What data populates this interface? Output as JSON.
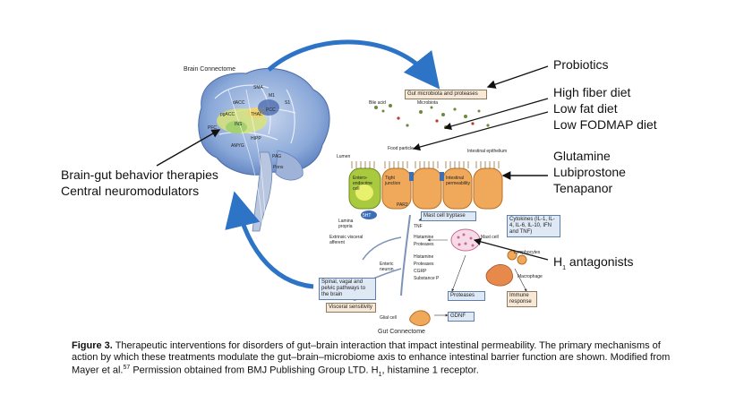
{
  "figure": {
    "brain_title": "Brain Connectome",
    "gut_title": "Gut Connectome",
    "right_labels": {
      "probiotics": "Probiotics",
      "high_fiber": "High fiber diet",
      "low_fat": "Low fat diet",
      "low_fodmap": "Low FODMAP diet",
      "glutamine": "Glutamine",
      "lubiprostone": "Lubiprostone",
      "tenapanor": "Tenapanor",
      "h1_antagonists": "H",
      "h1_sub": "1",
      "h1_rest": " antagonists"
    },
    "left_labels": {
      "line1": "Brain-gut behavior therapies",
      "line2": "Central neuromodulators"
    },
    "brain_regions": [
      "SMA",
      "M1",
      "S1",
      "dACC",
      "PCC",
      "THAL",
      "pgACC",
      "PFC",
      "INS",
      "AMYG",
      "HIPP",
      "PAG",
      "Pons"
    ],
    "gut": {
      "microbiota_box": "Gut microbiota and proteases",
      "bile_acid": "Bile acid",
      "microbiota": "Microbiota",
      "food_particle": "Food particle",
      "intestinal_epithelium": "Intestinal epithelium",
      "lumen": "Lumen",
      "enteroendocrine": "Entero-endocrine cell",
      "tight_junction": "Tight junction",
      "intestinal_permeability": "Intestinal permeability",
      "par2": "PAR2",
      "ht5": "5HT",
      "mast_cell_tryptase": "Mast cell tryptase",
      "lamina_propria": "Lamina propria",
      "tnf": "TNF",
      "extrinsic_visceral_afferent": "Extrinsic visceral afferent",
      "histamine": "Histamine",
      "proteases": "Proteases",
      "mast_cell": "Mast cell",
      "enteric_neuron": "Enteric neuron",
      "cgrp": "CGRP",
      "substance_p": "Substance P",
      "cytokines": "Cytokines (IL-1, IL-4, IL-6, IL-10, IFN and TNF)",
      "lymphocytes": "Lymphocytes",
      "macrophage": "Macrophage",
      "spinal_pathways": "Spinal, vagal and pelvic pathways to the brain",
      "visceral_sensitivity": "Visceral sensitivity",
      "immune_response": "Immune response",
      "glial_cell": "Glial cell",
      "gdnf": "GDNF"
    }
  },
  "caption": {
    "label": "Figure 3.",
    "text": "Therapeutic interventions for disorders of gut–brain interaction that impact intestinal permeability. The primary mechanisms of action by which these treatments modulate the gut–brain–microbiome axis to enhance intestinal barrier function are shown. Modified from Mayer et al.",
    "ref": "57",
    "text2": " Permission obtained from BMJ Publishing Group LTD. H",
    "sub": "1",
    "text3": ", histamine 1 receptor."
  },
  "colors": {
    "arrow_blue": "#2e74c6",
    "brain_blue": "#5b86c4",
    "cell_orange": "#f0a85a",
    "endocrine_green": "#a9c93e"
  }
}
